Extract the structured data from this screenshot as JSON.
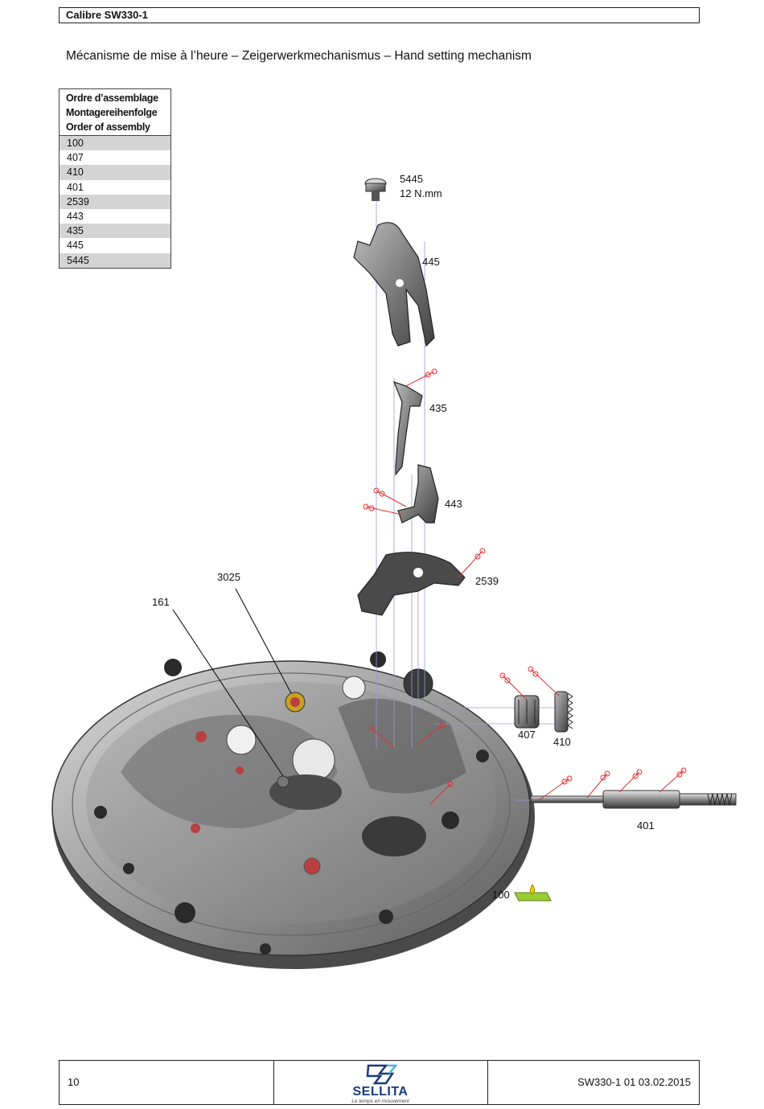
{
  "header": {
    "title": "Calibre SW330-1"
  },
  "page_title": "Mécanisme de mise à l’heure – Zeigerwerkmechanismus – Hand setting mechanism",
  "assembly_table": {
    "headers": [
      "Ordre d’assemblage",
      "Montagereihenfolge",
      "Order of assembly"
    ],
    "rows": [
      "100",
      "407",
      "410",
      "401",
      "2539",
      "443",
      "435",
      "445",
      "5445"
    ]
  },
  "diagram": {
    "labels": {
      "screw": "5445",
      "torque": "12 N.mm",
      "part_445": "445",
      "part_435": "435",
      "part_443": "443",
      "part_2539": "2539",
      "part_3025": "3025",
      "part_161": "161",
      "part_407": "407",
      "part_410": "410",
      "part_401": "401",
      "part_100": "100"
    }
  },
  "footer": {
    "page_number": "10",
    "brand": "SELLITA",
    "tagline": "Le temps en mouvement",
    "doc_ref": "SW330-1  01  03.02.2015"
  },
  "colors": {
    "metal_dark": "#3a3a3a",
    "metal_mid": "#8d8d8d",
    "metal_light": "#c8c8c8",
    "jewel_red": "#b84040",
    "oil_green": "#9acd32",
    "oil_yellow": "#f0d000",
    "guide_blue": "#9a9ad8",
    "oil_marker": "#e03030",
    "brand_blue": "#1a3a7a"
  }
}
